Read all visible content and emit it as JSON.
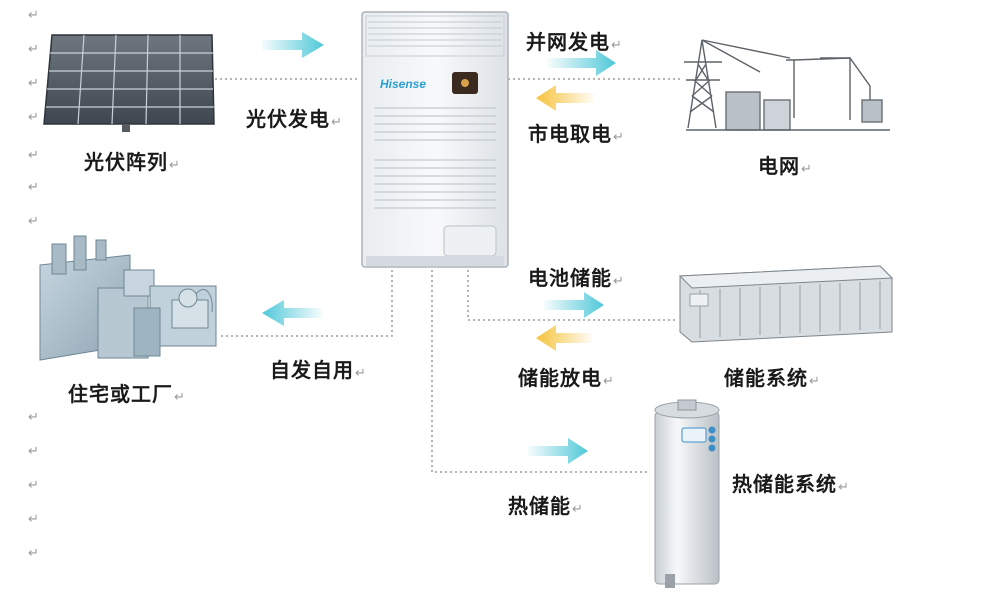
{
  "labels": {
    "pv_array": "光伏阵列",
    "pv_generation": "光伏发电",
    "grid_connect": "并网发电",
    "grid_take": "市电取电",
    "grid": "电网",
    "battery_storage": "电池储能",
    "storage_discharge": "储能放电",
    "storage_system": "储能系统",
    "self_use": "自发自用",
    "home_factory": "住宅或工厂",
    "heat_storage": "热储能",
    "heat_storage_system": "热储能系统"
  },
  "paragraph_mark": "↵",
  "brand": "Hisense",
  "colors": {
    "arrow_teal": "#4fc8d8",
    "arrow_yellow": "#f5c23a",
    "dotted_line": "#9a9a9a",
    "text": "#1a1a1a"
  }
}
